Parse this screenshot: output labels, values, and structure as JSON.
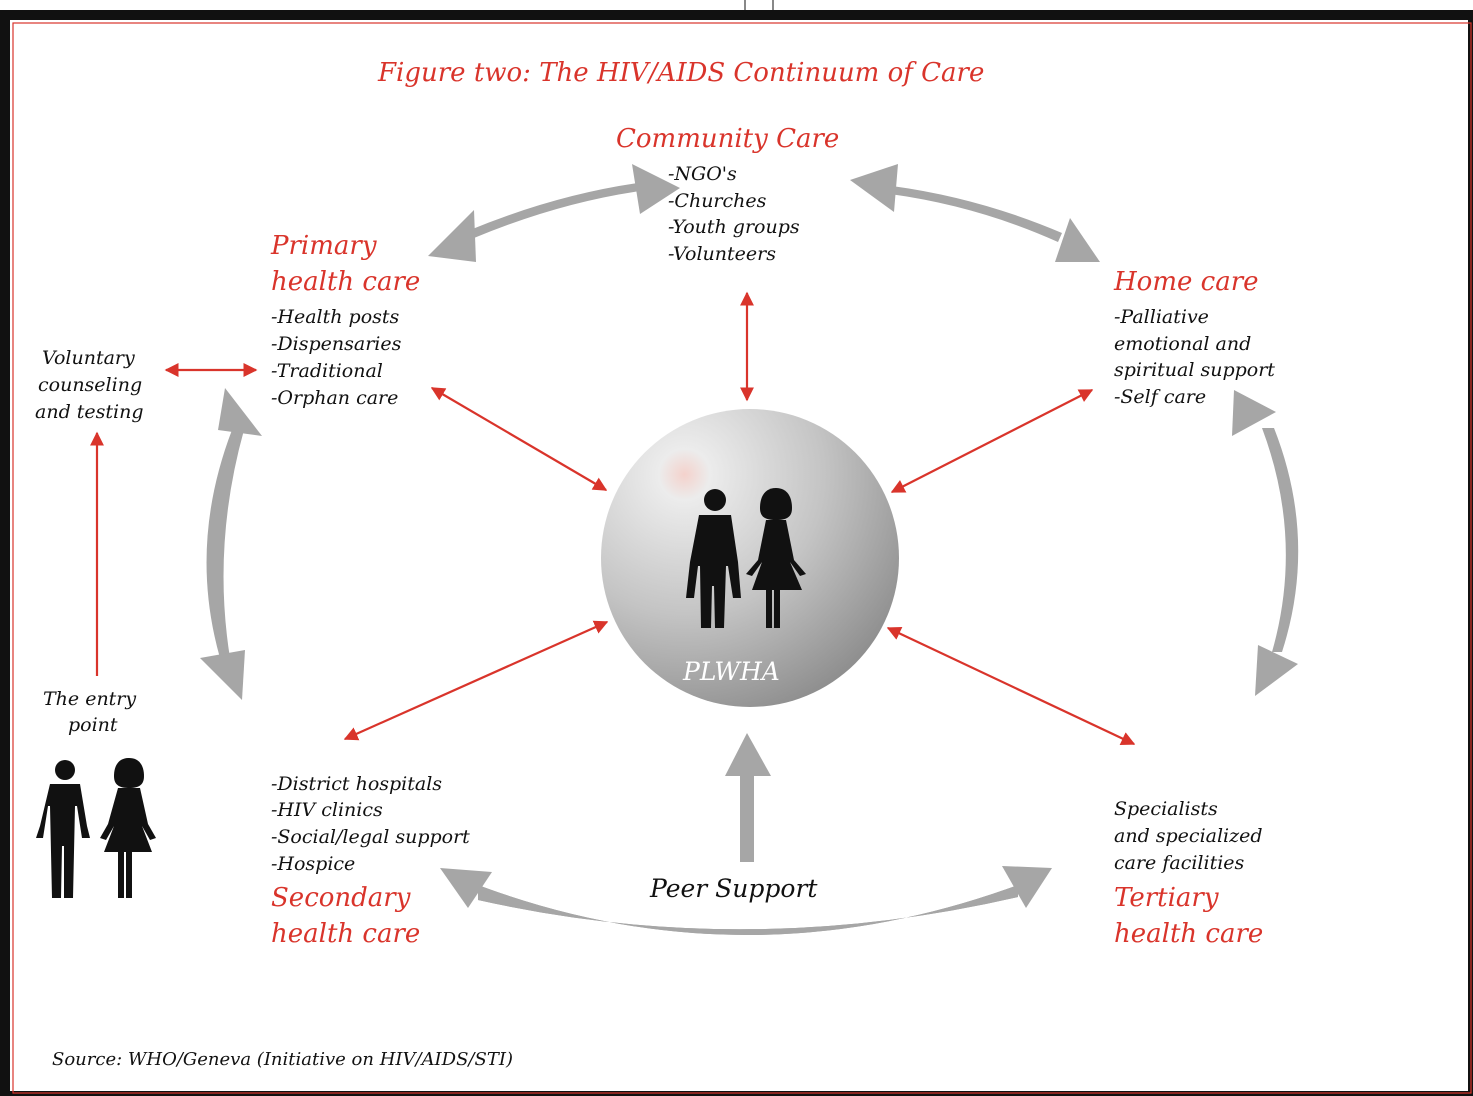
{
  "figure_title": "Figure two: The HIV/AIDS Continuum of Care",
  "center_label": "PLWHA",
  "peer_support": "Peer Support",
  "community": {
    "heading": "Community Care",
    "items": [
      "-NGO's",
      "-Churches",
      "-Youth groups",
      "-Volunteers"
    ]
  },
  "primary": {
    "heading": [
      "Primary",
      "health care"
    ],
    "items": [
      "-Health posts",
      "-Dispensaries",
      "-Traditional",
      "-Orphan care"
    ]
  },
  "home": {
    "heading": "Home care",
    "items": [
      "-Palliative",
      "emotional and",
      "spiritual support",
      "-Self care"
    ]
  },
  "vct": {
    "lines": [
      "Voluntary",
      "counseling",
      "and testing"
    ]
  },
  "entry": {
    "lines": [
      "The entry",
      "point"
    ]
  },
  "secondary": {
    "items": [
      "-District hospitals",
      "-HIV clinics",
      "-Social/legal support",
      "-Hospice"
    ],
    "heading": [
      "Secondary",
      "health care"
    ]
  },
  "tertiary": {
    "items": [
      "Specialists",
      "and specialized",
      "care facilities"
    ],
    "heading": [
      "Tertiary",
      "health care"
    ]
  },
  "source": "Source: WHO/Geneva (Initiative on HIV/AIDS/STI)",
  "colors": {
    "accent_red": "#d9342b",
    "arrow_gray": "#a6a6a6",
    "frame": "#111111"
  }
}
